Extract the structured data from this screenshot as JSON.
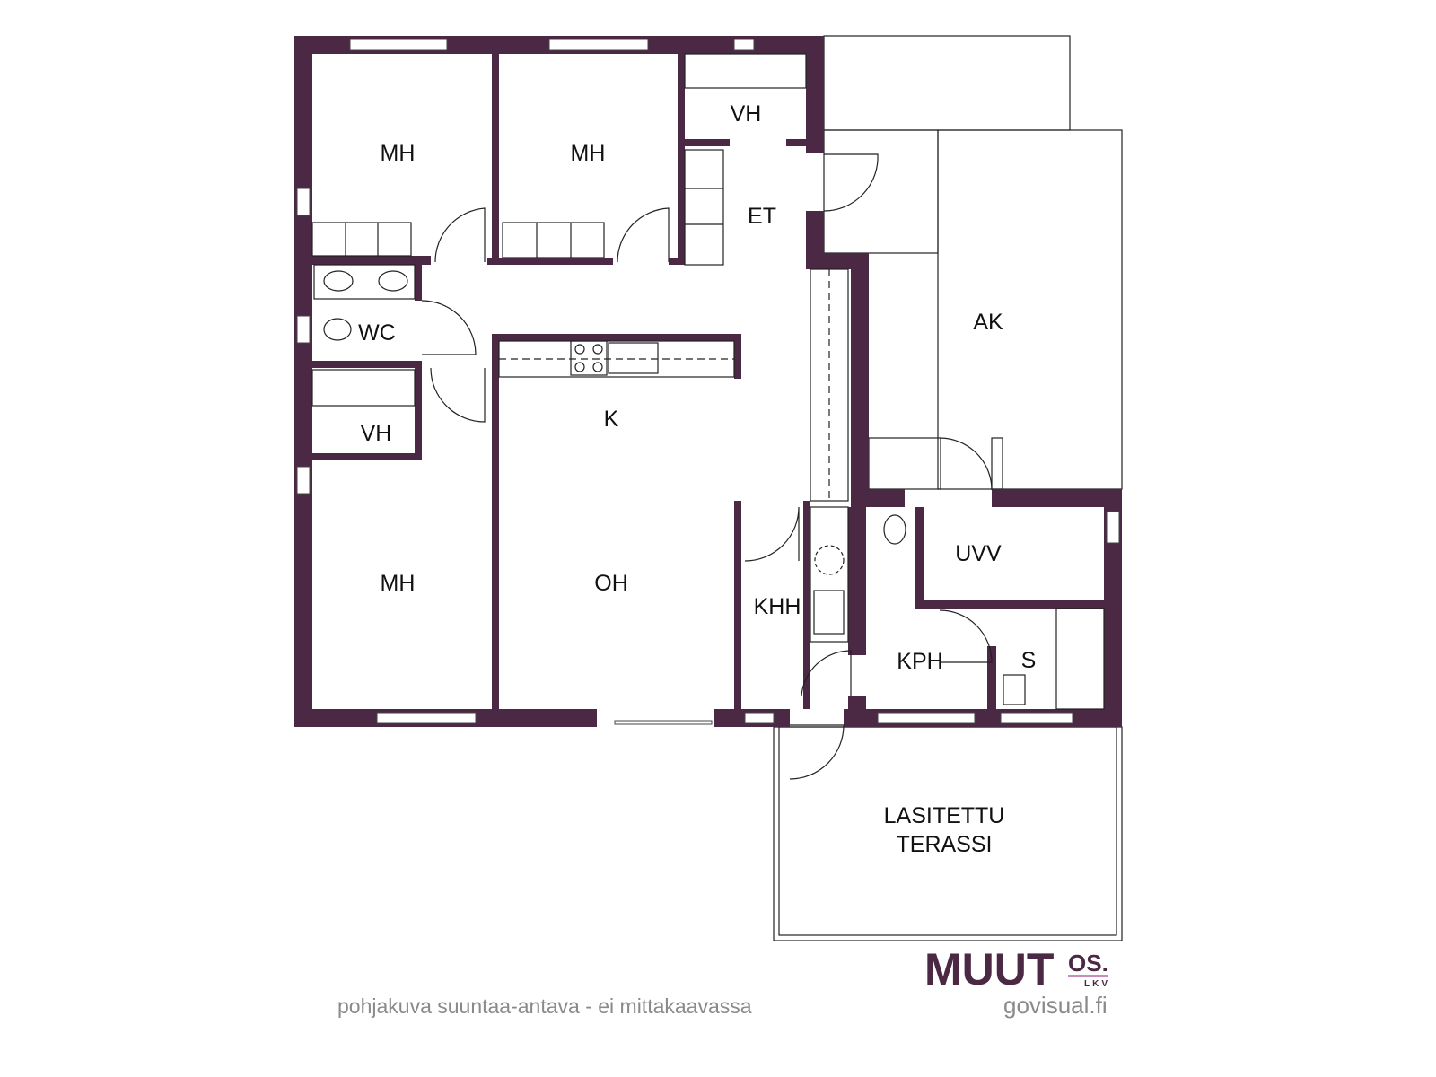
{
  "rooms": {
    "mh1": "MH",
    "mh2": "MH",
    "vh1": "VH",
    "et": "ET",
    "wc": "WC",
    "k": "K",
    "vh2": "VH",
    "ak": "AK",
    "mh3": "MH",
    "oh": "OH",
    "khh": "KHH",
    "uvv": "UVV",
    "kph": "KPH",
    "s": "S",
    "terrace_line1": "LASITETTU",
    "terrace_line2": "TERASSI"
  },
  "footer": {
    "disclaimer": "pohjakuva suuntaa-antava - ei mittakaavassa",
    "logo_main": "MUUT",
    "logo_os": "OS.",
    "logo_lkv": "LKV",
    "credit": "govisual.fi"
  },
  "colors": {
    "wall": "#4b2843",
    "accent": "#c98bb8"
  }
}
